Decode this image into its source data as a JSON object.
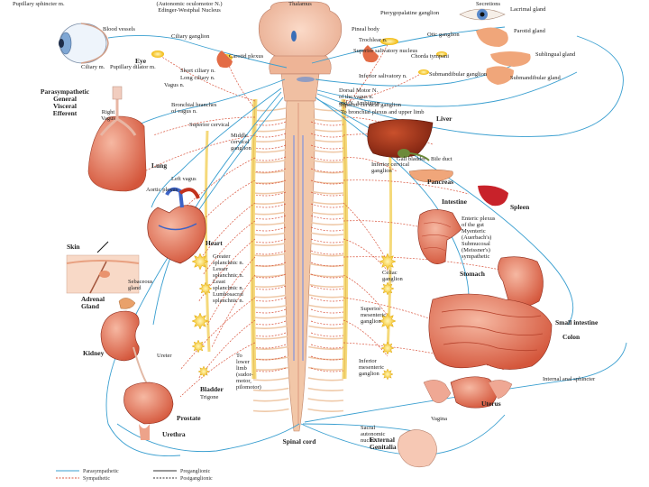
{
  "labels": {
    "pupillary_sphincter": "Pupillary sphincter m.",
    "blood_vessels": "Blood vessels",
    "ciliary_m": "Ciliary m.",
    "pupillary_dilator": "Pupillary dilator m.",
    "eye": "Eye",
    "edinger": "(Autonomic oculomotor N.)\nEdinger-Westphal Nucleus",
    "ciliary_ganglion": "Ciliary ganglion",
    "thalamus": "Thalamus",
    "pineal_body": "Pineal body",
    "pterygopalatine": "Pterygopalatine ganglion",
    "secretions": "Secretions",
    "lacrimal_gland": "Lacrimal gland",
    "otic_ganglion": "Otic ganglion",
    "parotid_gland": "Parotid gland",
    "chorda_tympani": "Chorda tympani",
    "sublingual_gland": "Sublingual gland",
    "submandibular_ganglion": "Submandibular ganglion",
    "submandibular_gland": "Submandibular gland",
    "trochlear": "Trochlear n.",
    "superior_salivatory": "Superior salivatory nucleus",
    "inferior_salivatory": "Inferior salivatory n.",
    "carotid_plexus": "Carotid plexus",
    "short_ciliary": "Short ciliary n.",
    "long_ciliary": "Long ciliary n.",
    "vagus_n": "Vagus n.",
    "parasympathetic_general": "Parasympathetic\nGeneral\nVisceral\nEfferent",
    "right_vagus": "Right\nVagus",
    "bronchial_branches": "Bronchial branches\nof vagus n.",
    "superior_cervical": "Superior cervical",
    "middle_cervical": "Middle\ncervical\nganglion",
    "dorsal_motor": "Dorsal Motor N.\nof the vagus n.\nand N. Ambiguus",
    "superior_cervical_ganglion": "Superior cervical ganglion",
    "bronchial_plexus": "To bronchial plexus and upper limb",
    "lung": "Lung",
    "liver": "Liver",
    "gall_bladder": "Gall bladder",
    "bile_duct": "Bile duct",
    "inferior_cervical": "Inferior cervical\nganglion",
    "left_vagus": "Left vagus",
    "aortic_plexus": "Aortic plexus",
    "pancreas": "Pancreas",
    "spleen": "Spleen",
    "intestine": "Intestine",
    "enteric_plexus": "Enteric plexus\nof the gut\nMyenteric\n(Auerbach's)\nSubmucosal\n(Meissner's)\nsympathetic",
    "heart": "Heart",
    "skin": "Skin",
    "sebaceous_gland": "Sebaceous\ngland",
    "greater_splanchnic": "Greater\nsplanchnic n.\nLesser\nsplanchnic n.\nLeast\nsplanchnic n.\nLumbosacral\nsplanchnic n.",
    "celiac_ganglion": "Celiac\nganglion",
    "stomach": "Stomach",
    "adrenal_gland": "Adrenal\nGland",
    "superior_mesenteric": "Superior\nmesenteric\nganglion",
    "small_intestine": "Small intestine",
    "colon": "Colon",
    "kidney": "Kidney",
    "ureter": "Ureter",
    "to_lower_limb": "To\nlower\nlimb\n(sudor-\nmotor,\npilomotor)",
    "inferior_mesenteric": "Inferior\nmesenteric\nganglion",
    "internal_anal": "Internal anal sphincter",
    "bladder": "Bladder",
    "trigone": "Trigone",
    "uterus": "Uterus",
    "vagina": "Vagina",
    "prostate": "Prostate",
    "urethra": "Urethra",
    "sacral_autonomic": "Sacral\nautonomic\nnuclei",
    "spinal_cord": "Spinal cord",
    "external_genitalia": "External\nGenitalia"
  },
  "legend": {
    "parasympathetic": "Parasympathetic",
    "sympathetic": "Sympathetic",
    "preganglionic": "Preganglionic",
    "postganglionic": "Postganglionic"
  },
  "colors": {
    "nerve_blue": "#3a9fd0",
    "nerve_red": "#d9543d",
    "chain_yellow": "#f5d97a",
    "cord": "#f2c7a8",
    "organ": "#e9826a",
    "ganglion": "#f7c71c"
  }
}
